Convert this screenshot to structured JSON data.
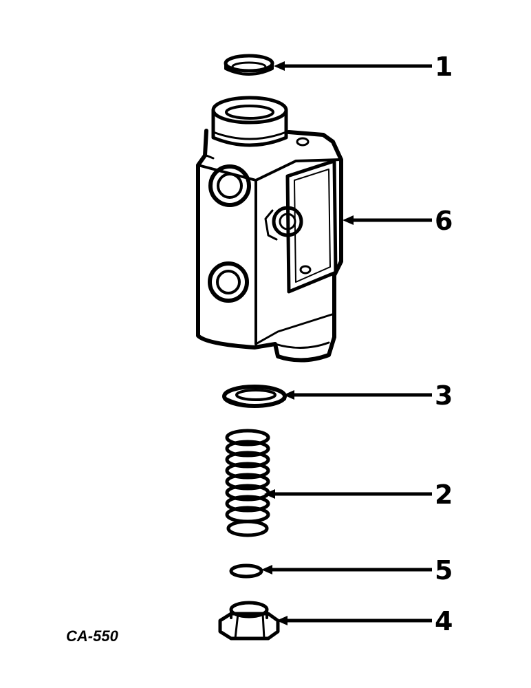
{
  "figure_id": "CA-550",
  "callouts": [
    {
      "label": "1",
      "part": "seal-ring"
    },
    {
      "label": "6",
      "part": "valve-body"
    },
    {
      "label": "3",
      "part": "washer"
    },
    {
      "label": "2",
      "part": "spring"
    },
    {
      "label": "5",
      "part": "o-ring"
    },
    {
      "label": "4",
      "part": "plug"
    }
  ],
  "colors": {
    "ink": "#000000",
    "paper": "#ffffff"
  }
}
